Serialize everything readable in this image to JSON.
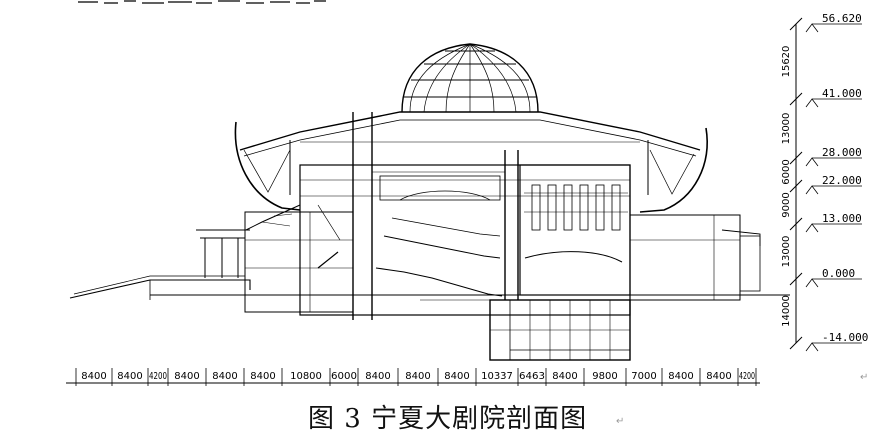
{
  "caption": "图 3  宁夏大剧院剖面图",
  "elevations": [
    "56.620",
    "41.000",
    "28.000",
    "22.000",
    "13.000",
    "0.000",
    "-14.000"
  ],
  "story_heights": [
    "15620",
    "13000",
    "6000",
    "9000",
    "13000",
    "14000"
  ],
  "bay_dimensions": [
    "8400",
    "8400",
    "4200",
    "8400",
    "8400",
    "8400",
    "10800",
    "6000",
    "8400",
    "8400",
    "8400",
    "10337",
    "6463",
    "8400",
    "9800",
    "7000",
    "8400",
    "8400",
    "4200"
  ],
  "paragraph_mark": "↵"
}
